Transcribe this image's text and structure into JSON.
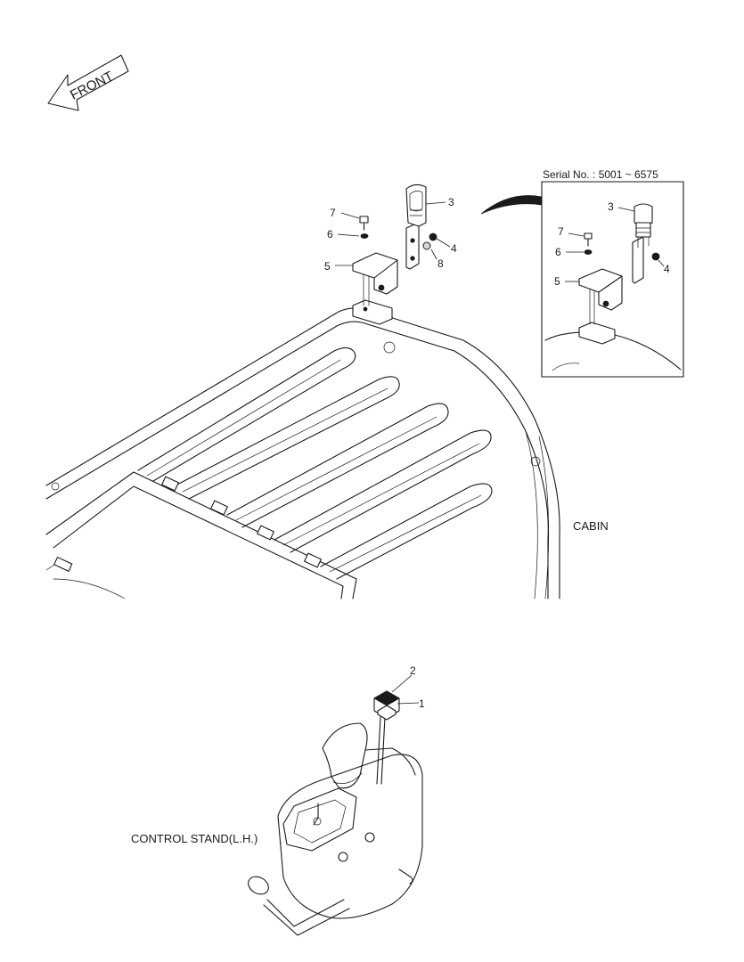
{
  "front_arrow": {
    "label": "FRONT"
  },
  "inset": {
    "title": "Serial No. : 5001 ~ 6575"
  },
  "captions": {
    "cabin": "CABIN",
    "control_stand": "CONTROL STAND(L.H.)"
  },
  "callouts": {
    "main": [
      "7",
      "6",
      "5",
      "3",
      "4",
      "8"
    ],
    "inset": [
      "3",
      "7",
      "6",
      "5",
      "4"
    ],
    "control": [
      "2",
      "1"
    ]
  }
}
